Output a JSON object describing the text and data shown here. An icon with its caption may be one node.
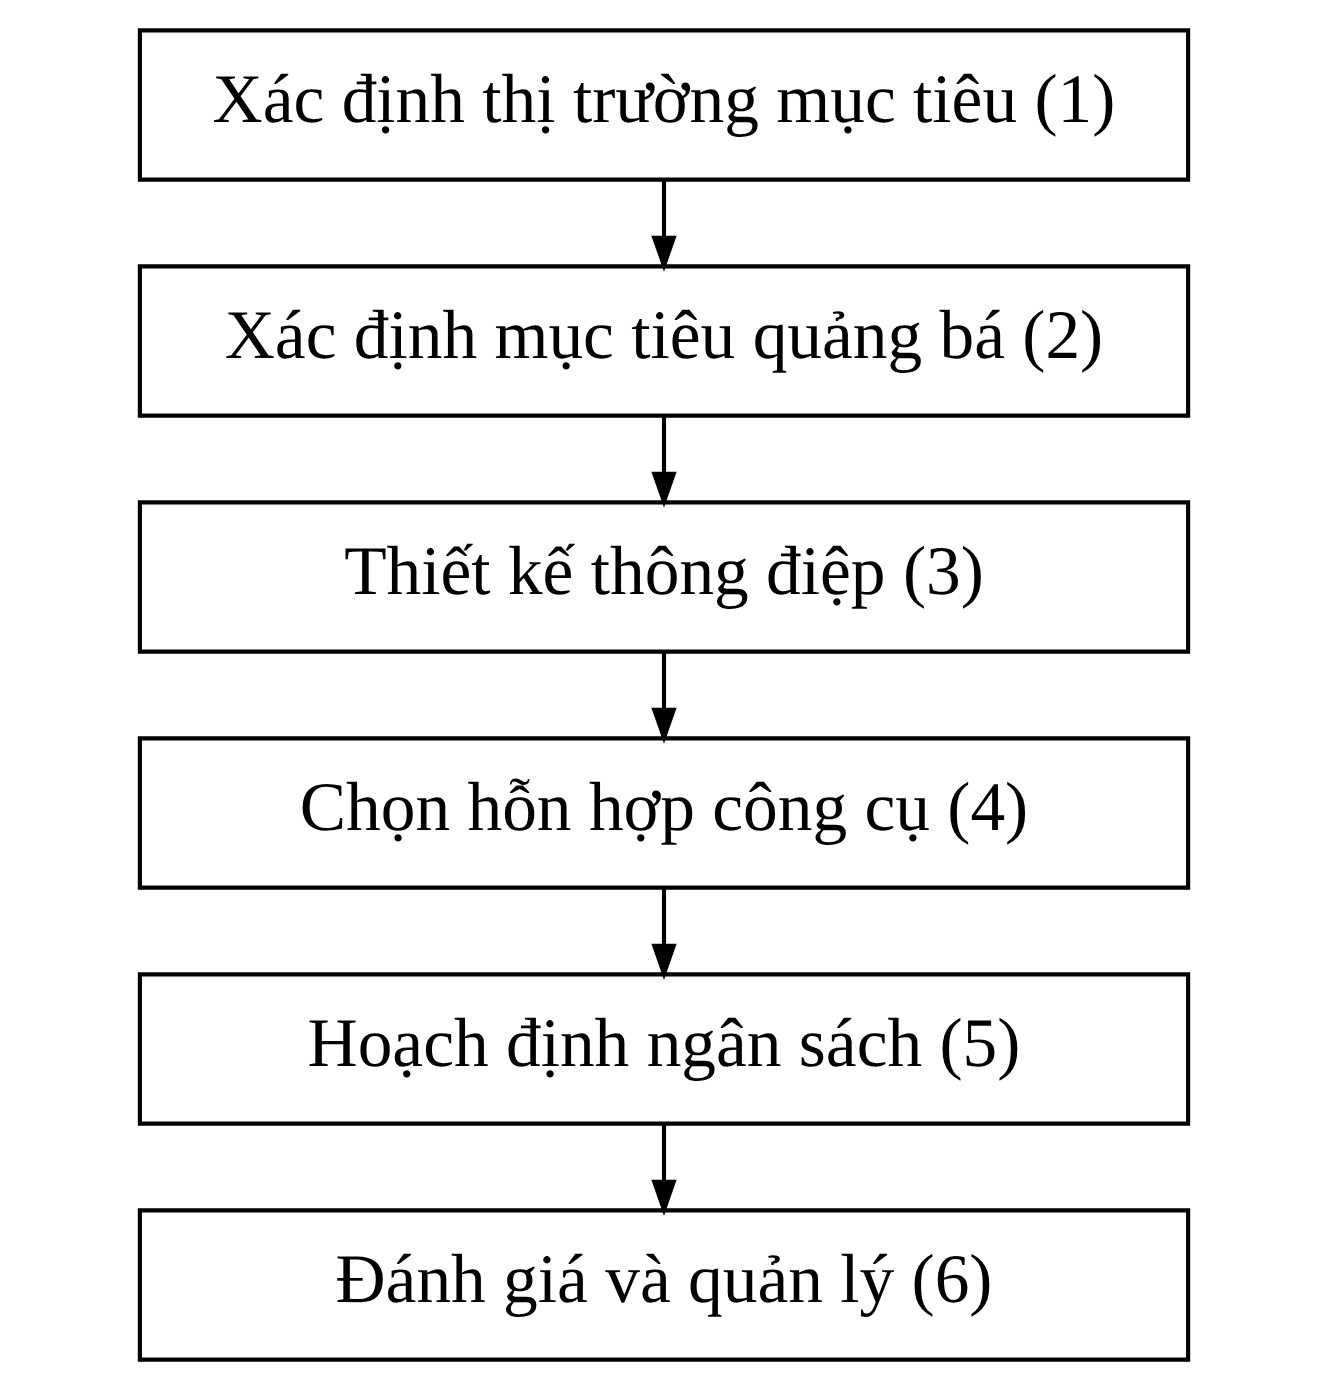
{
  "diagram": {
    "nodes": [
      {
        "text": [
          "Xác định thị trường mục tiêu (1)"
        ]
      },
      {
        "text": [
          "Xác định mục tiêu quảng bá (2)"
        ]
      },
      {
        "text": [
          "Thiết kế thông điệp (3)"
        ]
      },
      {
        "text": [
          "Chọn hỗn hợp công cụ (4)"
        ]
      },
      {
        "text": [
          "Hoạch định ngân sách (5)"
        ]
      },
      {
        "text": [
          "Đánh giá và quản lý (6)"
        ]
      }
    ],
    "edges": [
      {
        "from": 0,
        "to": 1,
        "arrow": "to"
      },
      {
        "from": 1,
        "to": 2,
        "arrow": "to"
      },
      {
        "from": 2,
        "to": 3,
        "arrow": "to"
      },
      {
        "from": 3,
        "to": 4,
        "arrow": "to"
      },
      {
        "from": 4,
        "to": 5,
        "arrow": "to"
      }
    ]
  }
}
